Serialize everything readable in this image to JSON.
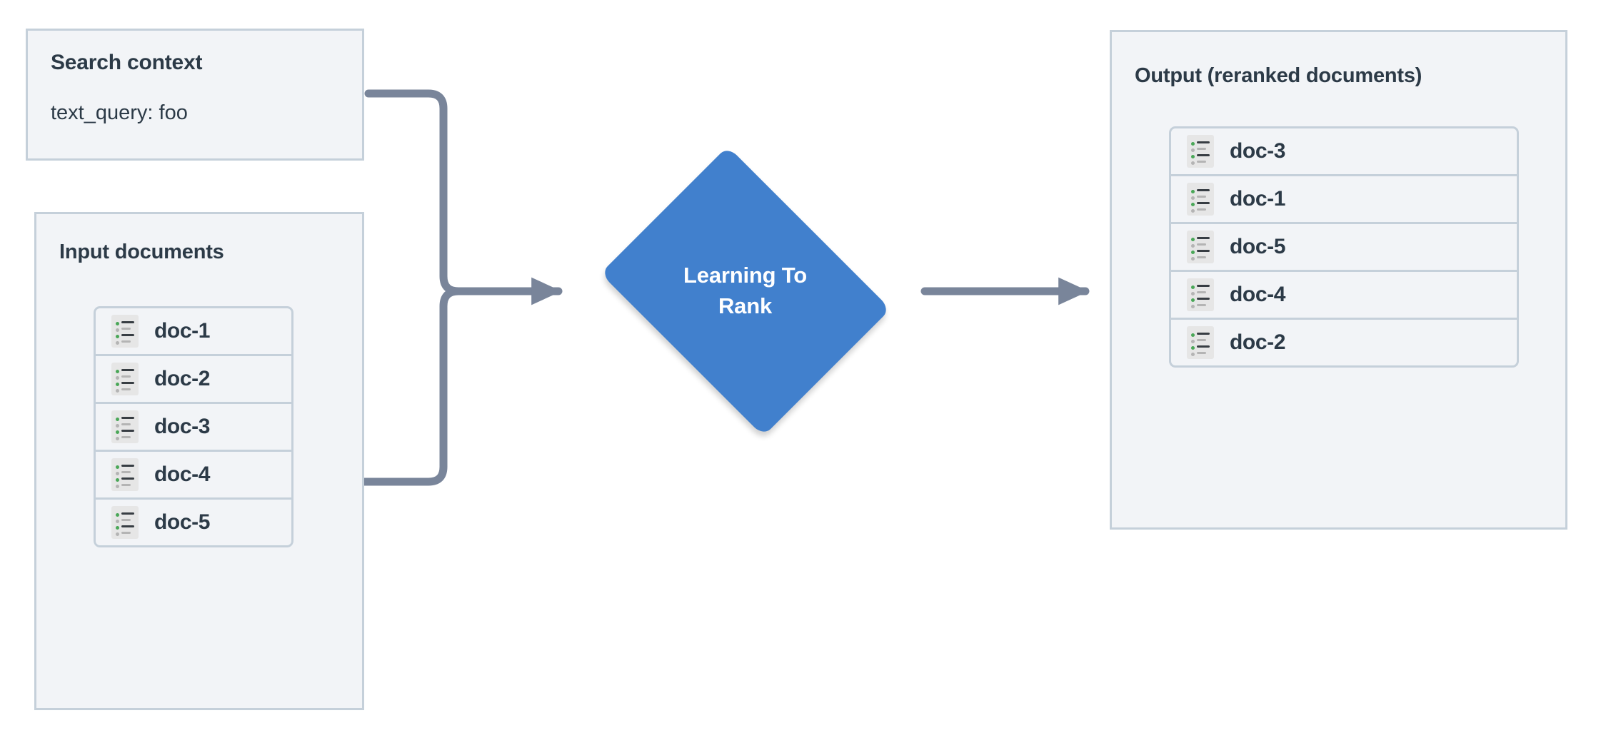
{
  "diagram": {
    "title": "Learning To Rank reranking pipeline",
    "colors": {
      "panel_fill": "#f2f4f7",
      "panel_border": "#c5d0da",
      "text": "#2c3a47",
      "node_blue": "#4180cd",
      "node_text": "#ffffff",
      "connector": "#79859a",
      "icon_accent_green": "#4aa758",
      "icon_bg": "#e6e6e6"
    }
  },
  "search_context": {
    "title": "Search context",
    "query_line": "text_query: foo"
  },
  "input_documents": {
    "title": "Input documents",
    "items": [
      {
        "label": "doc-1",
        "icon": "document-list-icon"
      },
      {
        "label": "doc-2",
        "icon": "document-list-icon"
      },
      {
        "label": "doc-3",
        "icon": "document-list-icon"
      },
      {
        "label": "doc-4",
        "icon": "document-list-icon"
      },
      {
        "label": "doc-5",
        "icon": "document-list-icon"
      }
    ]
  },
  "process_node": {
    "label": "Learning To\nRank",
    "label_line1": "Learning To",
    "label_line2": "Rank",
    "shape": "diamond"
  },
  "output_documents": {
    "title": "Output (reranked documents)",
    "items": [
      {
        "label": "doc-3",
        "icon": "document-list-icon"
      },
      {
        "label": "doc-1",
        "icon": "document-list-icon"
      },
      {
        "label": "doc-5",
        "icon": "document-list-icon"
      },
      {
        "label": "doc-4",
        "icon": "document-list-icon"
      },
      {
        "label": "doc-2",
        "icon": "document-list-icon"
      }
    ]
  },
  "connectors": [
    {
      "name": "search-context-to-ltr",
      "from": "search_context",
      "to": "process_node",
      "style": "elbow-arrow"
    },
    {
      "name": "input-documents-to-ltr",
      "from": "input_documents",
      "to": "process_node",
      "style": "elbow-arrow"
    },
    {
      "name": "ltr-to-output",
      "from": "process_node",
      "to": "output_documents",
      "style": "straight-arrow"
    }
  ]
}
